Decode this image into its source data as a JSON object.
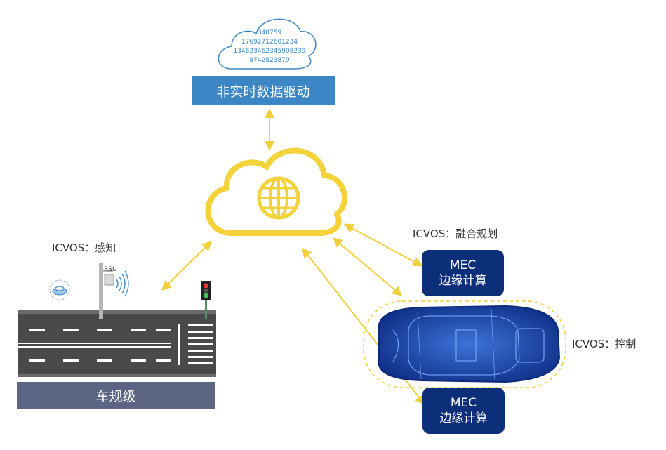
{
  "top_cloud": {
    "numbers": [
      "348759",
      "17692712601234",
      "134623462345908239",
      "8742823879"
    ],
    "label": "非实时数据驱动"
  },
  "labels": {
    "perception": "ICVOS：感知",
    "fusion": "ICVOS：融合规划",
    "control": "ICVOS：控制",
    "rsu": "RSU",
    "road": "车规级"
  },
  "mec_top": {
    "line1": "MEC",
    "line2": "边缘计算"
  },
  "mec_bottom": {
    "line1": "MEC",
    "line2": "边缘计算"
  },
  "colors": {
    "arrow": "#f2cf3c",
    "cloud": "#f4d23a",
    "label_box": "#3d86c6",
    "mec": "#0d2f7a",
    "road": "#4a4a4a",
    "road_label_bar": "#5b6583",
    "car": "#1f4fb0"
  },
  "icons": [
    "cloud-globe-icon",
    "traffic-light-icon",
    "rsu-pole-icon",
    "signal-icon",
    "sensor-icon",
    "car-icon"
  ]
}
